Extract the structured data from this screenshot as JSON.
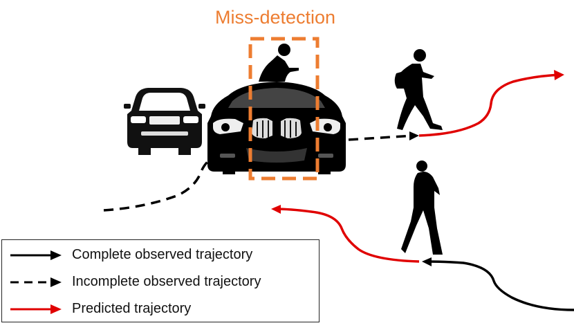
{
  "annotation": {
    "label": "Miss-detection",
    "color": "#ED7D31"
  },
  "legend": {
    "items": [
      {
        "label": "Complete observed trajectory",
        "style": "solid",
        "color": "#000000"
      },
      {
        "label": "Incomplete observed trajectory",
        "style": "dashed",
        "color": "#000000"
      },
      {
        "label": "Predicted trajectory",
        "style": "solid",
        "color": "#E00000"
      }
    ]
  },
  "colors": {
    "predicted": "#E00000",
    "observed": "#000000",
    "miss_box": "#ED7D31"
  }
}
